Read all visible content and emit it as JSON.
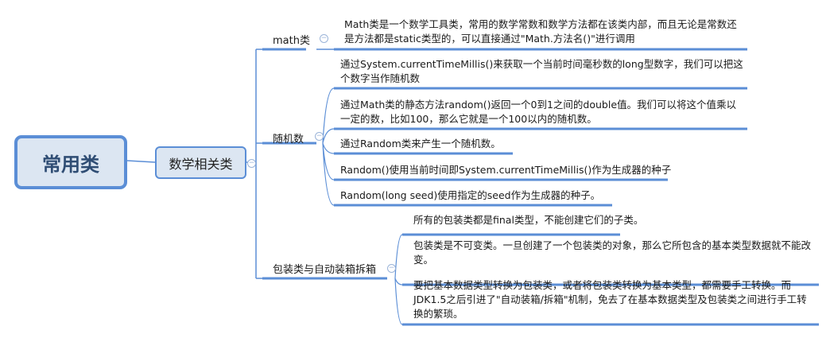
{
  "root": {
    "label": "常用类"
  },
  "child": {
    "label": "数学相关类"
  },
  "branches": [
    {
      "label": "math类",
      "leaves": [
        "Math类是一个数学工具类，常用的数学常数和数学方法都在该类内部，而且无论是常数还是方法都是static类型的，可以直接通过\"Math.方法名()\"进行调用"
      ]
    },
    {
      "label": "随机数",
      "leaves": [
        "通过System.currentTimeMillis()来获取一个当前时间毫秒数的long型数字，我们可以把这个数字当作随机数",
        "通过Math类的静态方法random()返回一个0到1之间的double值。我们可以将这个值乘以一定的数，比如100，那么它就是一个100以内的随机数。",
        "通过Random类来产生一个随机数。",
        "Random()使用当前时间即System.currentTimeMillis()作为生成器的种子",
        "Random(long seed)使用指定的seed作为生成器的种子。"
      ]
    },
    {
      "label": "包装类与自动装箱拆箱",
      "leaves": [
        "所有的包装类都是final类型，不能创建它们的子类。",
        "包装类是不可变类。一旦创建了一个包装类的对象，那么它所包含的基本类型数据就不能改变。",
        "要把基本数据类型转换为包装类，或者将包装类转换为基本类型，都需要手工转换。而JDK1.5之后引进了\"自动装箱/拆箱\"机制，免去了在基本数据类型及包装类之间进行手工转换的繁琐。"
      ]
    }
  ],
  "collapse_symbol": "−",
  "colors": {
    "line": "#5b8ed6",
    "fill": "#dce6f2"
  }
}
